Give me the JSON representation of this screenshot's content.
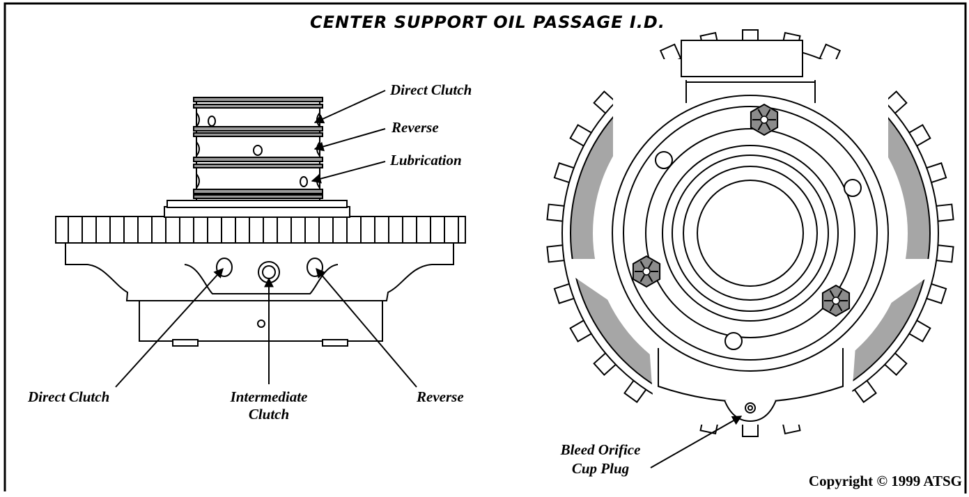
{
  "title": "CENTER SUPPORT OIL PASSAGE I.D.",
  "side_view_labels": {
    "direct_clutch_top": "Direct Clutch",
    "reverse_top": "Reverse",
    "lubrication": "Lubrication",
    "direct_clutch_bottom": "Direct Clutch",
    "intermediate_line1": "Intermediate",
    "intermediate_line2": "Clutch",
    "reverse_bottom": "Reverse"
  },
  "end_view_labels": {
    "bleed_line1": "Bleed Orifice",
    "bleed_line2": "Cup Plug"
  },
  "copyright": "Copyright © 1999 ATSG",
  "colors": {
    "ink": "#000000",
    "shade": "#a6a6a6",
    "paper": "#ffffff"
  }
}
